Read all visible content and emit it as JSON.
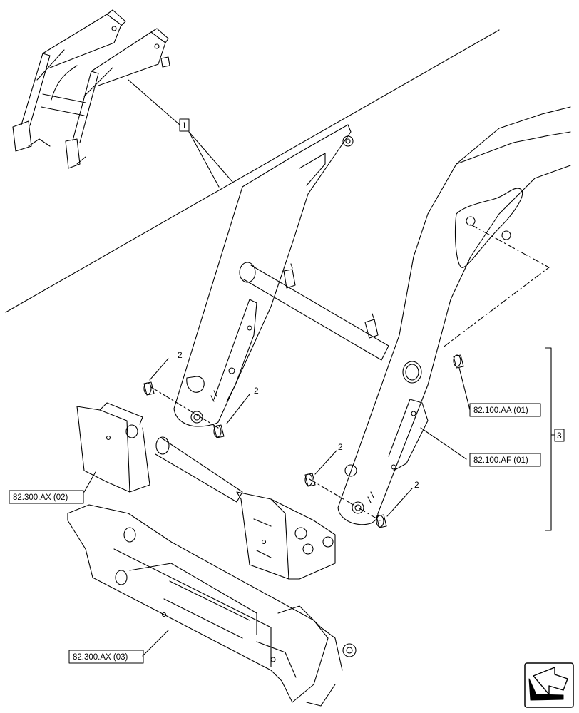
{
  "callouts": {
    "item1": "1",
    "item2": "2",
    "item3": "3"
  },
  "references": {
    "pin_main": "82.100.AA (01)",
    "bracket_lower": "82.100.AF (01)",
    "mount_left": "82.300.AX (02)",
    "mount_frame": "82.300.AX (03)"
  },
  "icons": {
    "nav": "next-page-arrow-icon"
  }
}
